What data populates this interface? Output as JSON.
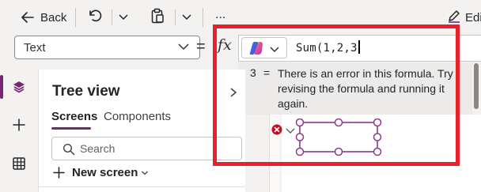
{
  "toolbar": {
    "back_label": "Back",
    "more_label": "...",
    "edit_label": "Edi"
  },
  "formula_bar": {
    "property_value": "Text",
    "equals_label": "=",
    "fx_label": "fx",
    "formula": "Sum(1,2,3"
  },
  "error_popup": {
    "number": "3",
    "equals": "=",
    "message": "There is an error in this formula. Try revising the formula and running it again."
  },
  "tree_view": {
    "title": "Tree view",
    "tabs": [
      {
        "label": "Screens",
        "active": true
      },
      {
        "label": "Components",
        "active": false
      }
    ],
    "search_placeholder": "Search",
    "new_screen_label": "New screen"
  },
  "left_rail": {
    "icons": [
      "layers-icon",
      "plus-icon",
      "table-icon"
    ]
  },
  "colors": {
    "accent": "#742774",
    "highlight_box": "#e8212a",
    "error_badge": "#c50f1f",
    "selection_handles": "#8a3b8f"
  }
}
